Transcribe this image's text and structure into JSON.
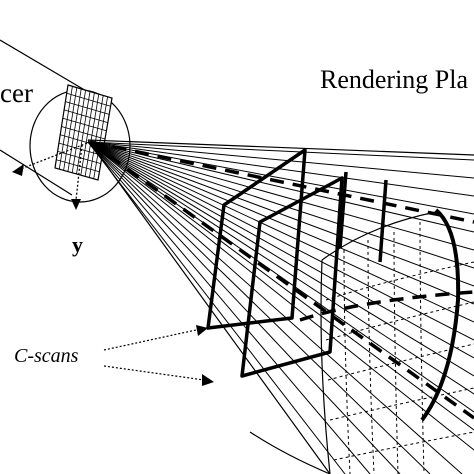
{
  "labels": {
    "transducer": "cer",
    "rendering_plane": "Rendering Pla",
    "y_axis": "y",
    "c_scans": "C-scans"
  },
  "colors": {
    "ink": "#000000",
    "background": "#ffffff"
  }
}
